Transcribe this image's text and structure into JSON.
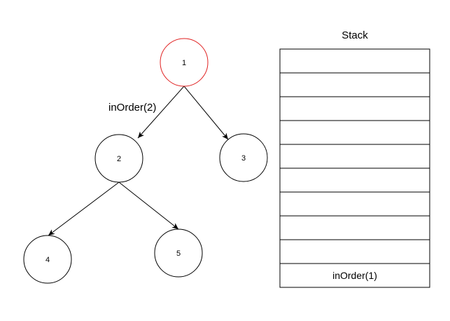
{
  "tree": {
    "nodes": [
      {
        "id": "1",
        "label": "1",
        "highlighted": true
      },
      {
        "id": "2",
        "label": "2",
        "highlighted": false
      },
      {
        "id": "3",
        "label": "3",
        "highlighted": false
      },
      {
        "id": "4",
        "label": "4",
        "highlighted": false
      },
      {
        "id": "5",
        "label": "5",
        "highlighted": false
      }
    ],
    "edges": [
      {
        "from": "1",
        "to": "2"
      },
      {
        "from": "1",
        "to": "3"
      },
      {
        "from": "2",
        "to": "4"
      },
      {
        "from": "2",
        "to": "5"
      }
    ],
    "call_label": "inOrder(2)"
  },
  "stack": {
    "title": "Stack",
    "slot_count": 10,
    "items": [
      "inOrder(1)"
    ]
  },
  "colors": {
    "highlight": "#e02020",
    "stroke": "#000000"
  }
}
